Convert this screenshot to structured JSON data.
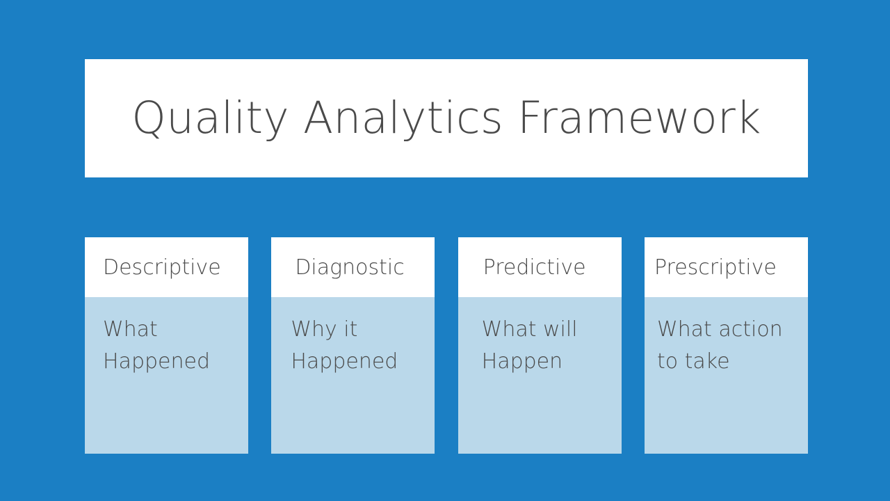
{
  "slide": {
    "background_color": "#1b7fc4",
    "title": "Quality Analytics Framework",
    "title_color": "#4a4a4a",
    "title_panel_color": "#ffffff",
    "card_header_color": "#ffffff",
    "card_body_color": "#bad8ea",
    "body_text_color": "#4a4a4a"
  },
  "cards": [
    {
      "header": "Descriptive",
      "body": "What\nHappened"
    },
    {
      "header": "Diagnostic",
      "body": "Why it\nHappened"
    },
    {
      "header": "Predictive",
      "body": "What will\nHappen"
    },
    {
      "header": "Prescriptive",
      "body": "What action\nto take"
    }
  ]
}
